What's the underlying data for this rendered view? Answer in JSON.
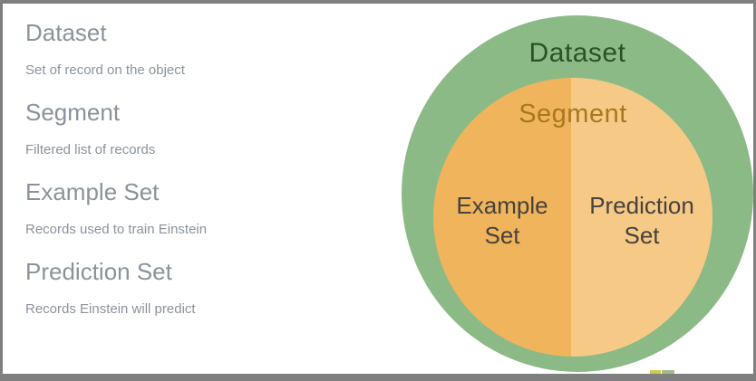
{
  "page": {
    "background": "#ffffff",
    "border_color": "#7f7f7f"
  },
  "glossary": {
    "text_color": "#8A939C",
    "terms": [
      {
        "name": "Dataset",
        "description": "Set of record on the object"
      },
      {
        "name": "Segment",
        "description": "Filtered list of records"
      },
      {
        "name": "Example Set",
        "description": "Records used to train Einstein"
      },
      {
        "name": "Prediction Set",
        "description": "Records Einstein will predict"
      }
    ]
  },
  "diagram": {
    "outer_circle": {
      "label": "Dataset",
      "fill": "#8CBA86",
      "label_color": "#2A5226"
    },
    "inner_circle": {
      "label": "Segment",
      "label_color": "#A8771E",
      "half_label_color": "#46423C",
      "left_half": {
        "fill": "#EFB45C",
        "label_line1": "Example",
        "label_line2": "Set"
      },
      "right_half": {
        "fill": "#F6C987",
        "label_line1": "Prediction",
        "label_line2": "Set"
      }
    },
    "bottom_sliver_colors": [
      "#C9CD52",
      "#A3BC85"
    ]
  }
}
